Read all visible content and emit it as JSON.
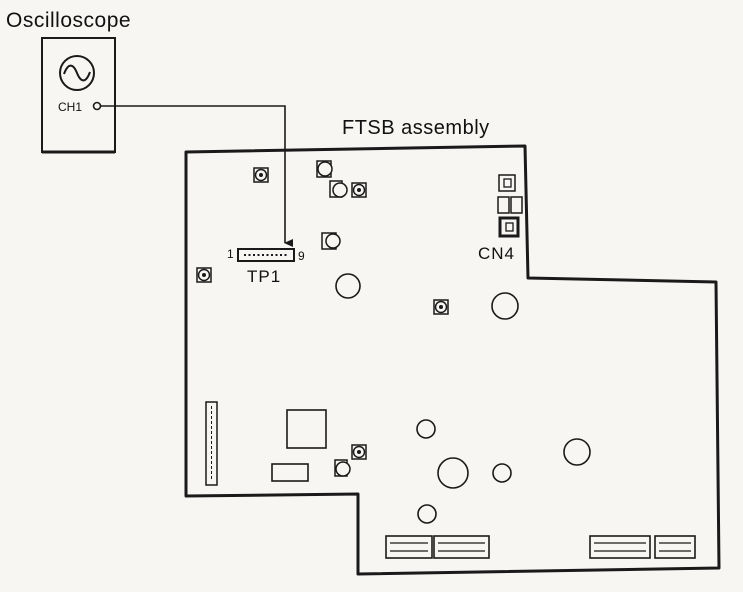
{
  "labels": {
    "oscilloscope": "Oscilloscope",
    "channel": "CH1",
    "assembly": "FTSB assembly",
    "test_point": "TP1",
    "pin_first": "1",
    "pin_last": "9",
    "connector": "CN4"
  },
  "colors": {
    "line": "#1a1a1a",
    "background": "#f7f6f3"
  },
  "icons": {
    "signal": "sine-wave-icon"
  }
}
